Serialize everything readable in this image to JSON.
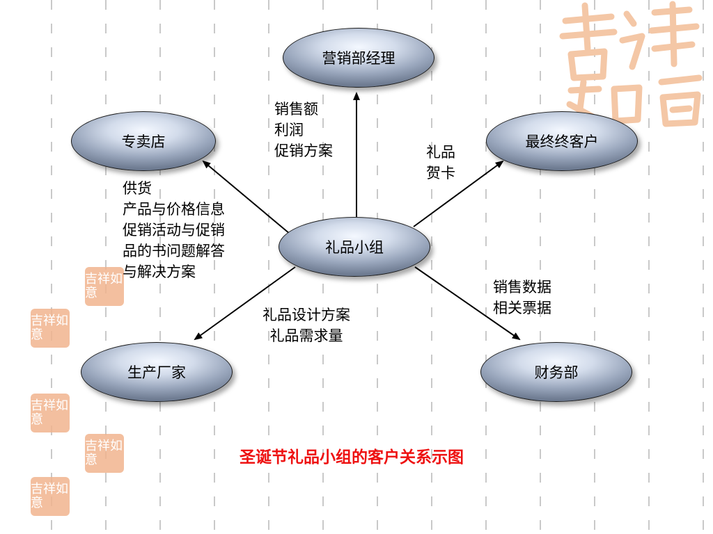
{
  "nodes": {
    "manager": "营销部经理",
    "store": "专卖店",
    "customer": "最终终客户",
    "group": "礼品小组",
    "factory": "生产厂家",
    "finance": "财务部"
  },
  "labels": {
    "to_manager": [
      "销售额",
      "利润",
      "促销方案"
    ],
    "to_customer": [
      "礼品",
      "贺卡"
    ],
    "to_store": [
      "供货",
      "产品与价格信息",
      "促销活动与促销",
      "品的书问题解答",
      "与解决方案"
    ],
    "to_factory": [
      "礼品设计方案",
      "礼品需求量"
    ],
    "to_finance": [
      "销售数据",
      "相关票据"
    ]
  },
  "caption": "圣诞节礼品小组的客户关系示图",
  "decoration": {
    "stamp_text": "吉祥如意",
    "stamp_color": "#f2b58f",
    "caption_color": "#ee1111"
  }
}
